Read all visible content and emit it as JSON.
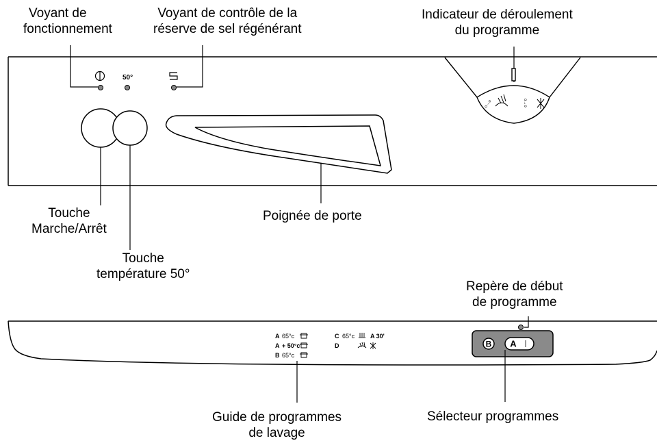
{
  "labels": {
    "voyant_fonctionnement": [
      "Voyant de",
      "fonctionnement"
    ],
    "voyant_sel": [
      "Voyant de contrôle de la",
      "réserve de sel régénérant"
    ],
    "indicateur": [
      "Indicateur de déroulement",
      "du programme"
    ],
    "touche_marche": [
      "Touche",
      "Marche/Arrêt"
    ],
    "poignee": "Poignée de porte",
    "touche_temp": [
      "Touche",
      "température 50°"
    ],
    "repere": [
      "Repère de début",
      "de programme"
    ],
    "guide": [
      "Guide de programmes",
      "de lavage"
    ],
    "selecteur": "Sélecteur programmes"
  },
  "panel_marks": {
    "temp_50": "50°"
  },
  "program_guide": {
    "rows_left": [
      {
        "letter": "A",
        "temp": "65°c"
      },
      {
        "letter": "A",
        "temp": "+ 50°c"
      },
      {
        "letter": "B",
        "temp": "65°c"
      }
    ],
    "rows_right": [
      {
        "letter": "C",
        "temp": "65°c",
        "extra": "A 30'"
      },
      {
        "letter": "D",
        "temp": "",
        "extra": ""
      }
    ]
  },
  "selector": {
    "buttons": [
      "B",
      "A"
    ]
  },
  "icons": [
    "power-icon",
    "salt-icon",
    "spray-icon",
    "snowflake-icon",
    "pot-icon"
  ]
}
